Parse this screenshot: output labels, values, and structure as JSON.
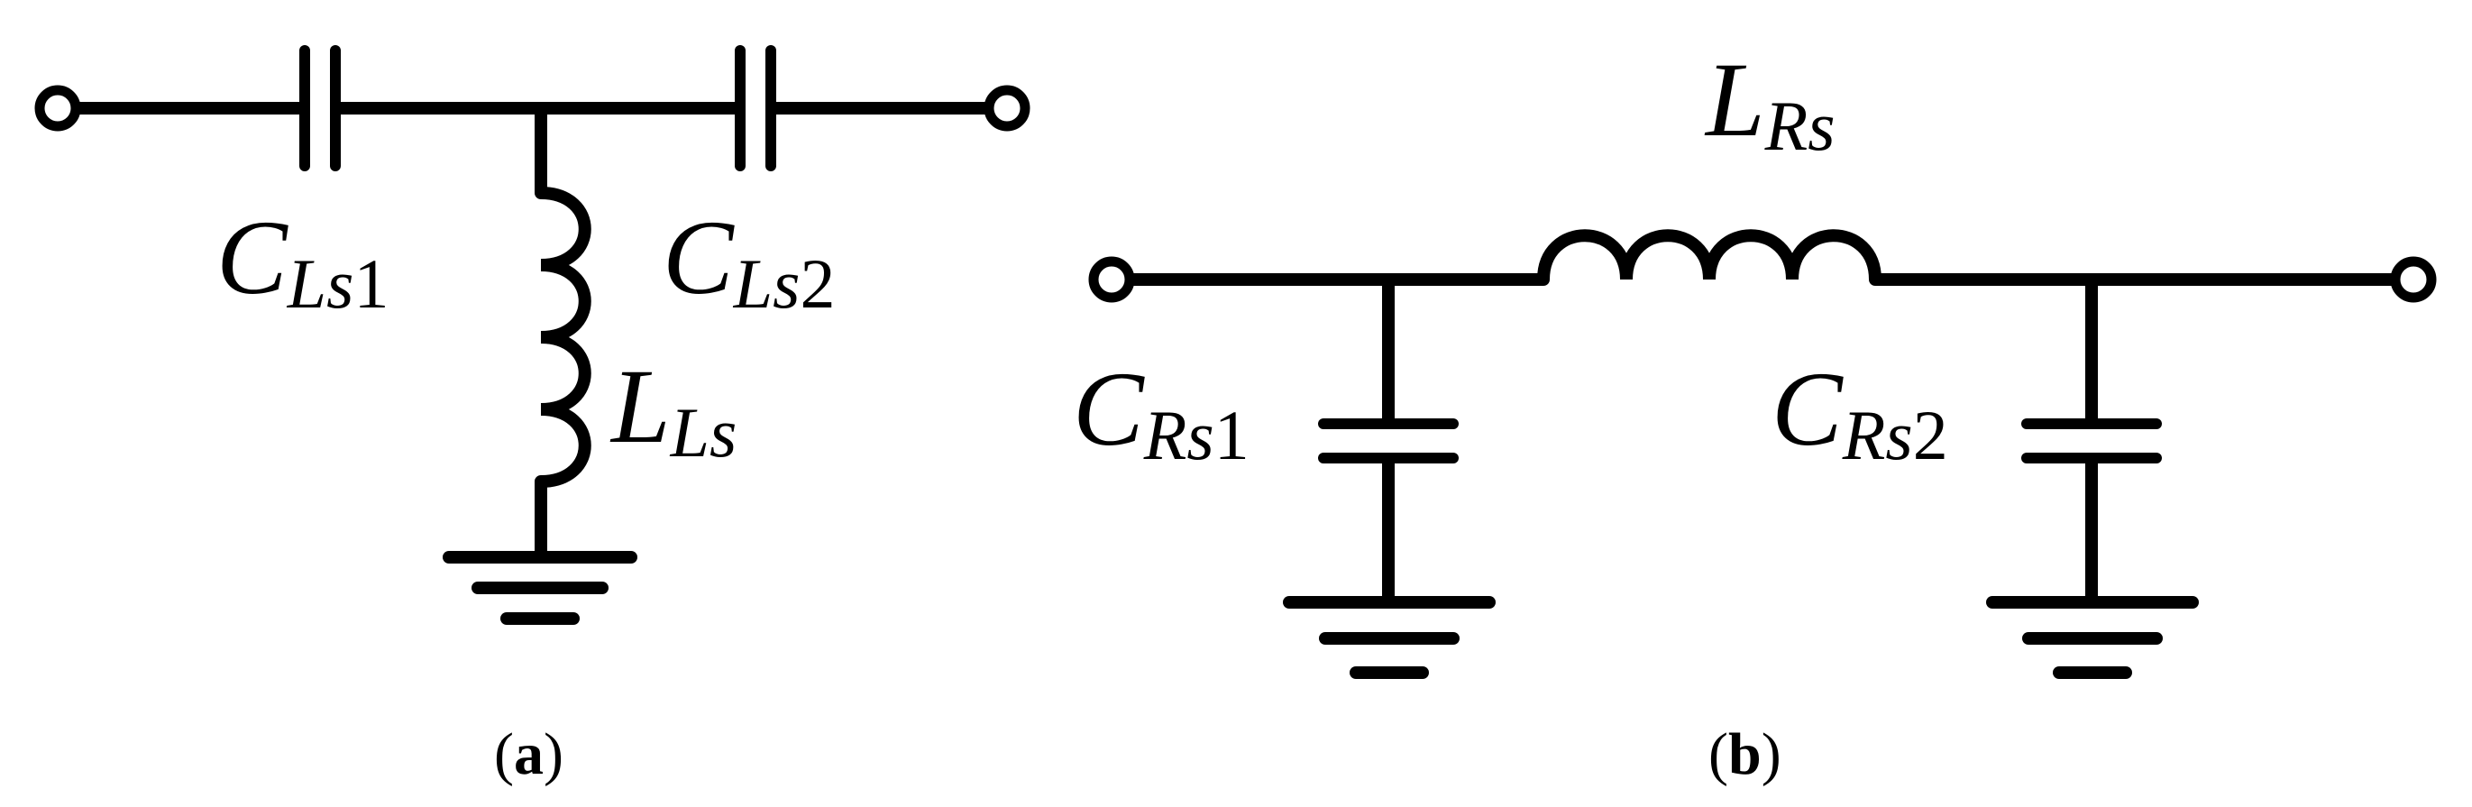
{
  "circuit_a": {
    "caption_open": "(",
    "caption_letter": "a",
    "caption_close": ")",
    "cap1": {
      "main": "C",
      "sub": "Ls",
      "num": "1"
    },
    "cap2": {
      "main": "C",
      "sub": "Ls",
      "num": "2"
    },
    "ind": {
      "main": "L",
      "sub": "Ls"
    }
  },
  "circuit_b": {
    "caption_open": "(",
    "caption_letter": "b",
    "caption_close": ")",
    "ind": {
      "main": "L",
      "sub": "Rs"
    },
    "cap1": {
      "main": "C",
      "sub": "Rs",
      "num": "1"
    },
    "cap2": {
      "main": "C",
      "sub": "Rs",
      "num": "2"
    }
  }
}
